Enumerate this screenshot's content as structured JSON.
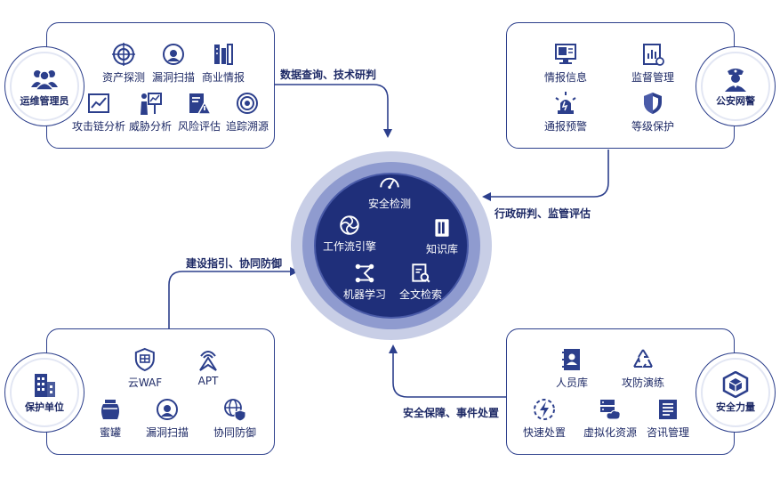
{
  "colors": {
    "primary": "#2c3f8c",
    "ring_outer": "#c8cee6",
    "ring_mid": "#8f9bcf",
    "core": "#1f2f7a"
  },
  "center": {
    "items": [
      {
        "icon": "gauge-icon",
        "label": "安全检测"
      },
      {
        "icon": "workflow-engine-icon",
        "label": "工作流引擎"
      },
      {
        "icon": "knowledge-base-icon",
        "label": "知识库"
      },
      {
        "icon": "machine-learning-icon",
        "label": "机器学习"
      },
      {
        "icon": "fulltext-search-icon",
        "label": "全文检索"
      }
    ]
  },
  "top_left": {
    "role": {
      "icon": "team-icon",
      "label": "运维管理员"
    },
    "items": [
      {
        "icon": "asset-probe-icon",
        "label": "资产探测"
      },
      {
        "icon": "vuln-scan-icon",
        "label": "漏洞扫描"
      },
      {
        "icon": "business-intel-icon",
        "label": "商业情报"
      },
      {
        "icon": "attack-chain-icon",
        "label": "攻击链分析"
      },
      {
        "icon": "threat-analysis-icon",
        "label": "威胁分析"
      },
      {
        "icon": "risk-assess-icon",
        "label": "风险评估"
      },
      {
        "icon": "trace-source-icon",
        "label": "追踪溯源"
      }
    ],
    "flow": "数据查询、技术研判"
  },
  "top_right": {
    "role": {
      "icon": "police-icon",
      "label": "公安网警"
    },
    "items": [
      {
        "icon": "intel-info-icon",
        "label": "情报信息"
      },
      {
        "icon": "supervision-icon",
        "label": "监督管理"
      },
      {
        "icon": "alert-beacon-icon",
        "label": "通报预警"
      },
      {
        "icon": "shield-icon",
        "label": "等级保护"
      }
    ],
    "flow": "行政研判、监管评估"
  },
  "bottom_left": {
    "role": {
      "icon": "building-icon",
      "label": "保护单位"
    },
    "items": [
      {
        "icon": "cloud-waf-icon",
        "label": "云WAF"
      },
      {
        "icon": "apt-icon",
        "label": "APT"
      },
      {
        "icon": "honeypot-icon",
        "label": "蜜罐"
      },
      {
        "icon": "vuln-scan-icon",
        "label": "漏洞扫描"
      },
      {
        "icon": "globe-shield-icon",
        "label": "协同防御"
      }
    ],
    "flow": "建设指引、协同防御"
  },
  "bottom_right": {
    "role": {
      "icon": "cube-icon",
      "label": "安全力量"
    },
    "items": [
      {
        "icon": "personnel-db-icon",
        "label": "人员库"
      },
      {
        "icon": "drill-icon",
        "label": "攻防演练"
      },
      {
        "icon": "quick-response-icon",
        "label": "快速处置"
      },
      {
        "icon": "virtual-resource-icon",
        "label": "虚拟化资源"
      },
      {
        "icon": "info-manage-icon",
        "label": "咨讯管理"
      }
    ],
    "flow": "安全保障、事件处置"
  }
}
